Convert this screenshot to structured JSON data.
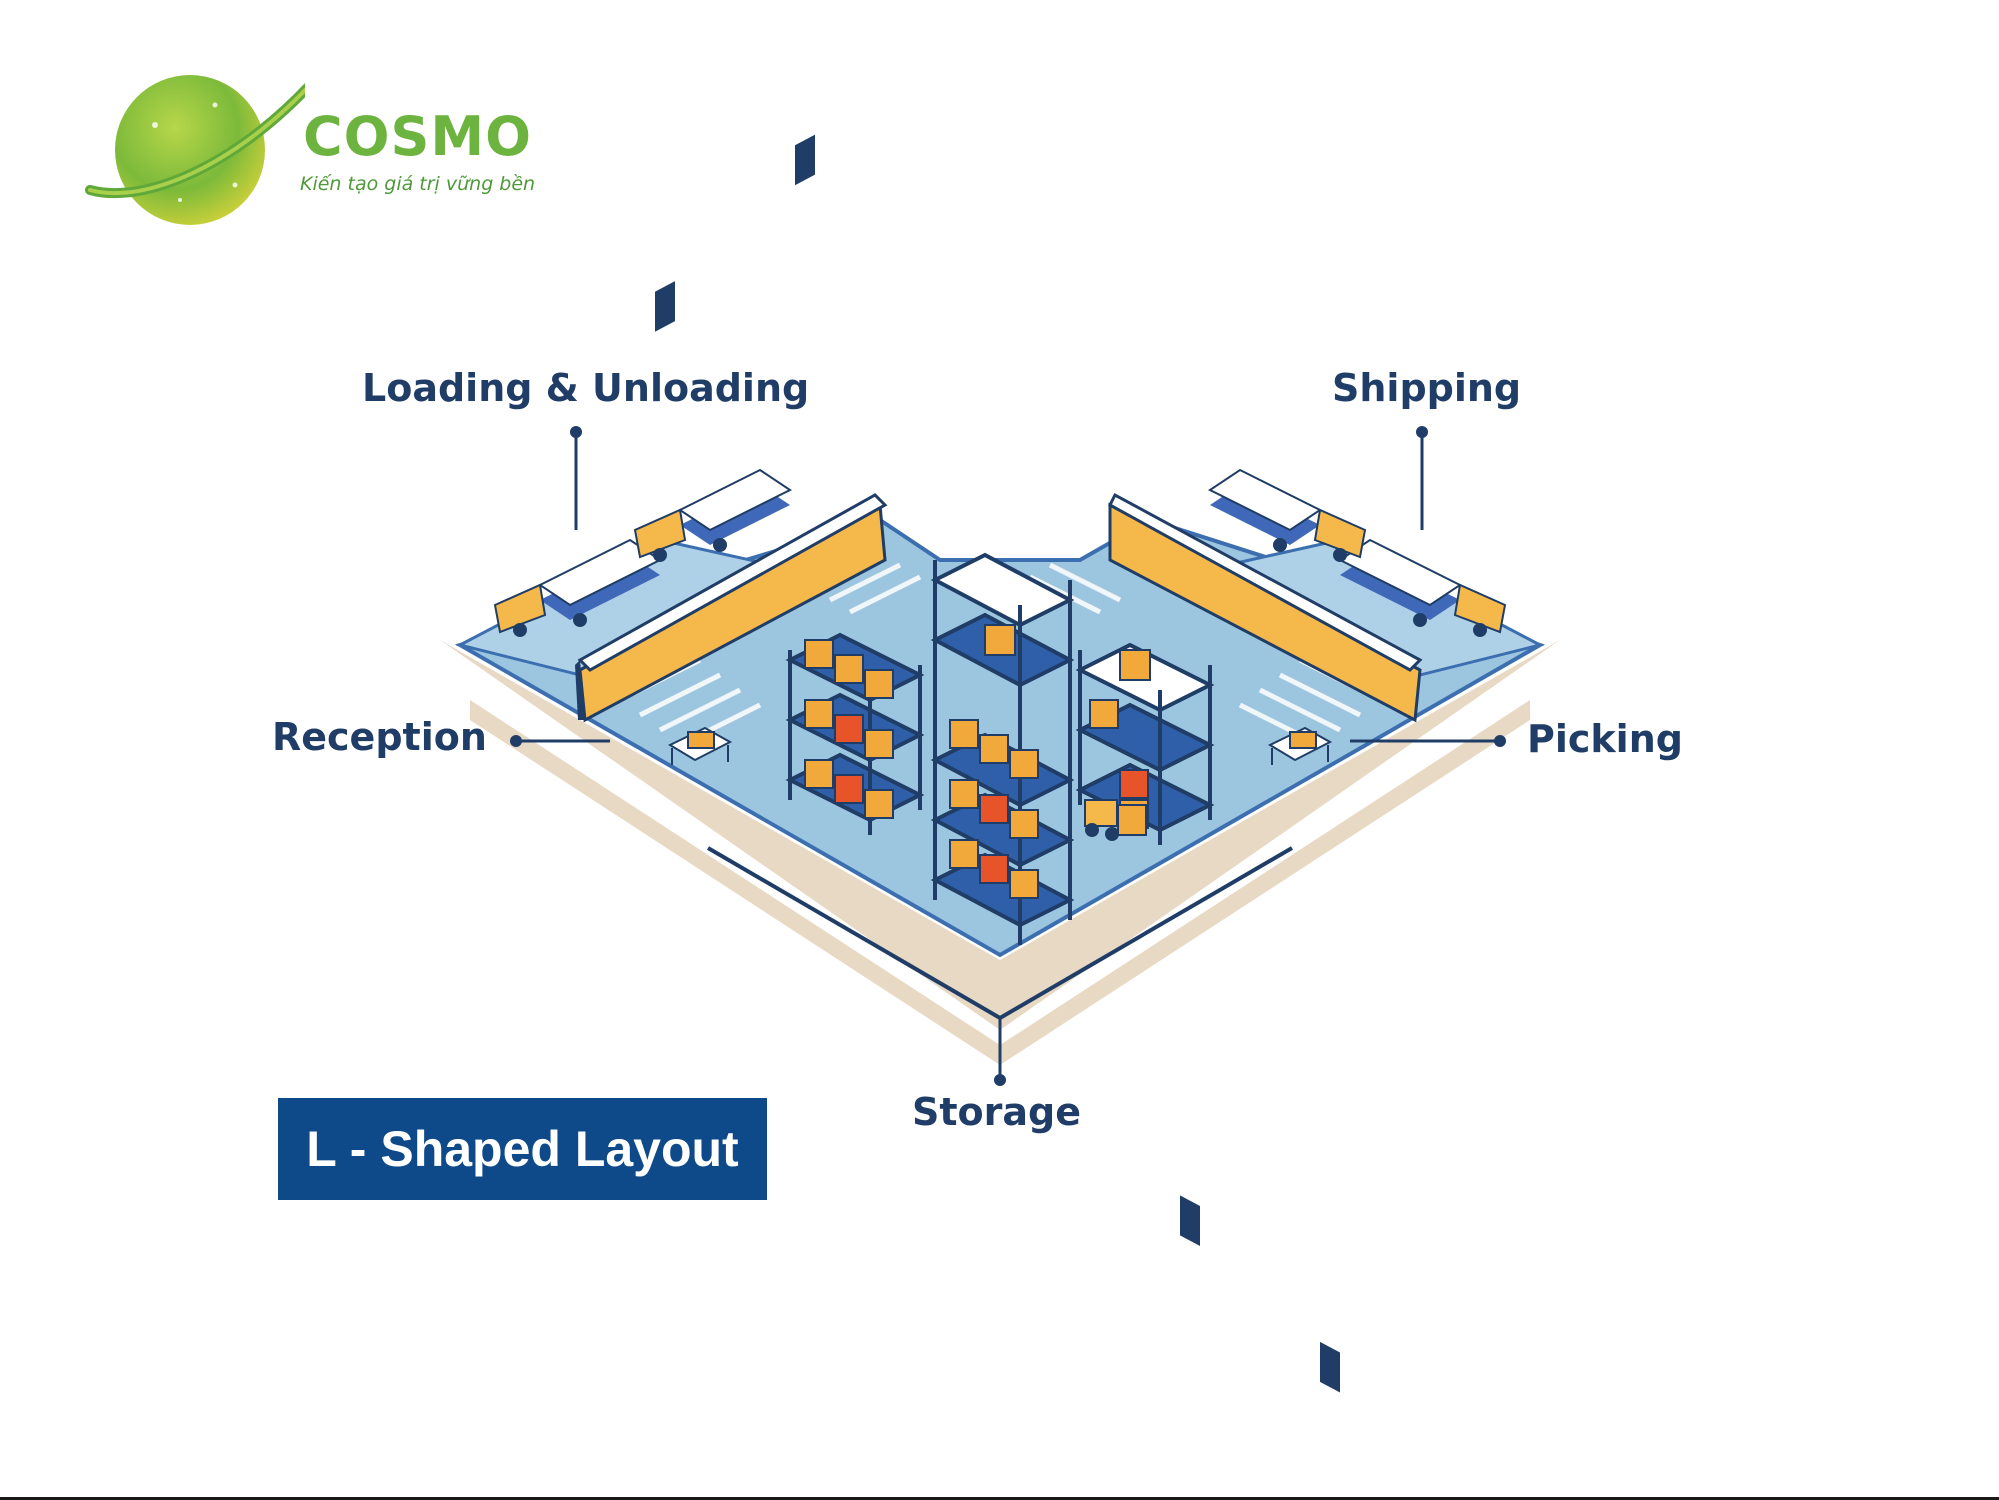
{
  "brand": {
    "name": "COSMO",
    "tagline": "Kiến tạo giá trị vững bền"
  },
  "diagram": {
    "labels": {
      "loading": "Loading & Unloading",
      "shipping": "Shipping",
      "reception": "Reception",
      "picking": "Picking",
      "storage": "Storage"
    },
    "layout_title": "L - Shaped Layout"
  },
  "colors": {
    "navy": "#1f3d66",
    "badge": "#0e4a8a",
    "floor": "#9cc6e0",
    "floor_edge": "#3c6fb0",
    "ground": "#e8d9c4",
    "dock": "#f5b84a",
    "box": "#f2a93b",
    "box_red": "#e8542a",
    "logo_green": "#6db33f",
    "logo_yellow": "#d7d23b"
  }
}
